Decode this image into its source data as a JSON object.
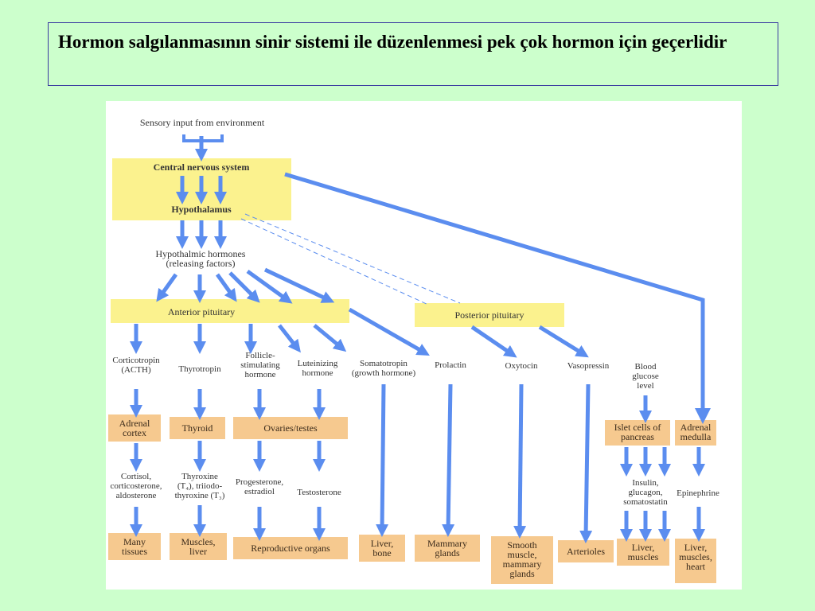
{
  "title": "Hormon salgılanmasının sinir sistemi ile düzenlenmesi pek çok hormon için geçerlidir",
  "diagram": {
    "sensory": "Sensory input from environment",
    "cns": "Central nervous system",
    "hypothalamus": "Hypothalamus",
    "hyp_hormones_1": "Hypothalmic hormones",
    "hyp_hormones_2": "(releasing factors)",
    "anterior": "Anterior pituitary",
    "posterior": "Posterior pituitary",
    "h_acth_1": "Corticotropin",
    "h_acth_2": "(ACTH)",
    "h_thyrotropin": "Thyrotropin",
    "h_fsh_1": "Follicle-",
    "h_fsh_2": "stimulating",
    "h_fsh_3": "hormone",
    "h_lh_1": "Luteinizing",
    "h_lh_2": "hormone",
    "h_somato_1": "Somatotropin",
    "h_somato_2": "(growth hormone)",
    "h_prolactin": "Prolactin",
    "h_oxytocin": "Oxytocin",
    "h_vasopressin": "Vasopressin",
    "h_glucose_1": "Blood",
    "h_glucose_2": "glucose",
    "h_glucose_3": "level",
    "g_adrenal_cortex_1": "Adrenal",
    "g_adrenal_cortex_2": "cortex",
    "g_thyroid": "Thyroid",
    "g_ovaries": "Ovaries/testes",
    "g_islet_1": "Islet cells of",
    "g_islet_2": "pancreas",
    "g_adrenal_medulla_1": "Adrenal",
    "g_adrenal_medulla_2": "medulla",
    "p_cortisol_1": "Cortisol,",
    "p_cortisol_2": "corticosterone,",
    "p_cortisol_3": "aldosterone",
    "p_thyroxine_1": "Thyroxine",
    "p_thyroxine_2": "(T₄), triiodo-",
    "p_thyroxine_3": "thyroxine (T₃)",
    "p_progesterone_1": "Progesterone,",
    "p_progesterone_2": "estradiol",
    "p_testosterone": "Testosterone",
    "p_insulin_1": "Insulin,",
    "p_insulin_2": "glucagon,",
    "p_insulin_3": "somatostatin",
    "p_epinephrine": "Epinephrine",
    "t_many_1": "Many",
    "t_many_2": "tissues",
    "t_muscles_1": "Muscles,",
    "t_muscles_2": "liver",
    "t_repro": "Reproductive organs",
    "t_liverbone_1": "Liver,",
    "t_liverbone_2": "bone",
    "t_mammary_1": "Mammary",
    "t_mammary_2": "glands",
    "t_smooth_1": "Smooth",
    "t_smooth_2": "muscle,",
    "t_smooth_3": "mammary",
    "t_smooth_4": "glands",
    "t_arterioles": "Arterioles",
    "t_livermuscles_1": "Liver,",
    "t_livermuscles_2": "muscles",
    "t_lmh_1": "Liver,",
    "t_lmh_2": "muscles,",
    "t_lmh_3": "heart"
  },
  "colors": {
    "arrow": "#5b8def",
    "highlight_yellow": "#fbf28e",
    "highlight_orange": "#f6c98f",
    "title_border": "#3a3aa0"
  }
}
